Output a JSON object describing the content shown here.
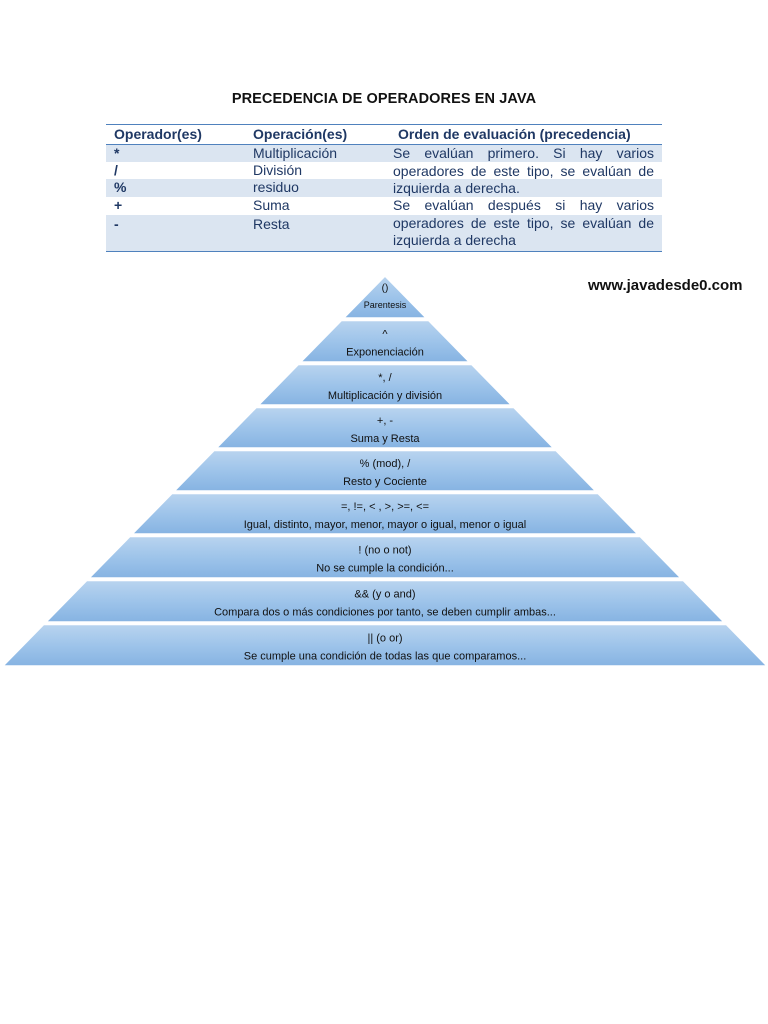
{
  "title": "PRECEDENCIA DE OPERADORES EN JAVA",
  "table": {
    "headers": [
      "Operador(es)",
      "Operación(es)",
      "Orden de evaluación (precedencia)"
    ],
    "rows": [
      {
        "op": "*",
        "name": "Multiplicación"
      },
      {
        "op": "/",
        "name": "División"
      },
      {
        "op": "%",
        "name": "residuo"
      },
      {
        "op": "+",
        "name": "Suma"
      },
      {
        "op": "-",
        "name": "Resta"
      }
    ],
    "descriptions": [
      "Se evalúan primero. Si hay varios operadores de este tipo, se evalúan de izquierda a derecha.",
      "Se evalúan después si hay varios operadores de este tipo, se evalúan de izquierda a derecha"
    ]
  },
  "website": "www.javadesde0.com",
  "pyramid": {
    "fill": "#9dc3e6",
    "levels": [
      {
        "symbol": "()",
        "label": "Parentesis"
      },
      {
        "symbol": "^",
        "label": "Exponenciación"
      },
      {
        "symbol": "*, /",
        "label": "Multiplicación y división"
      },
      {
        "symbol": "+, -",
        "label": "Suma y Resta"
      },
      {
        "symbol": "% (mod), /",
        "label": "Resto y Cociente"
      },
      {
        "symbol": "=, !=, < , >, >=, <=",
        "label": "Igual, distinto, mayor, menor, mayor o igual, menor o igual"
      },
      {
        "symbol": "! (no o not)",
        "label": "No se cumple la condición..."
      },
      {
        "symbol": "&& (y o and)",
        "label": "Compara dos o más condiciones por tanto, se deben cumplir ambas..."
      },
      {
        "symbol": "||  (o or)",
        "label": "Se cumple una condición de todas las que comparamos..."
      }
    ]
  }
}
